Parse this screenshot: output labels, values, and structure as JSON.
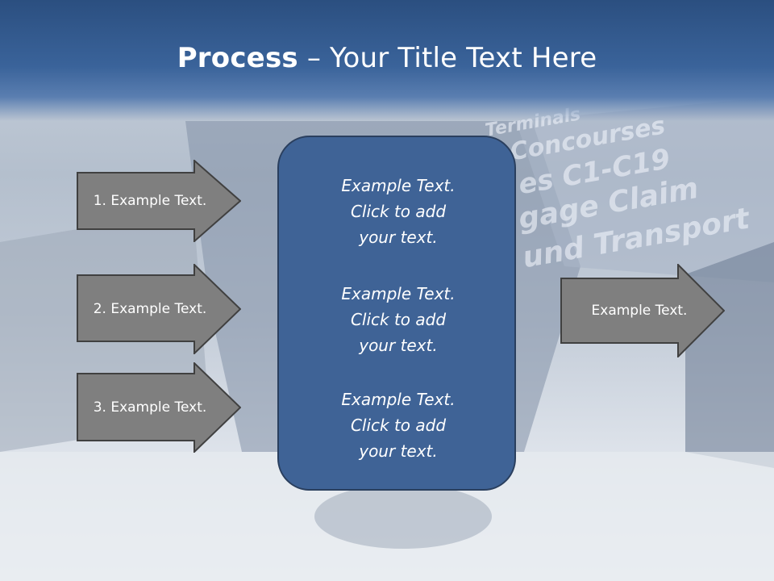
{
  "slide": {
    "title_bold": "Process",
    "title_rest": " – Your Title Text Here",
    "background_sign": [
      "Terminals",
      "Concourses",
      "es C1-C19",
      "gage Claim",
      "und Transport"
    ],
    "left_arrows": [
      {
        "label": "1. Example Text."
      },
      {
        "label": "2. Example Text."
      },
      {
        "label": "3. Example Text."
      }
    ],
    "center_box": {
      "paragraphs": [
        [
          "Example Text.",
          "Click  to add",
          "your text."
        ],
        [
          "Example Text.",
          "Click  to add",
          "your text."
        ],
        [
          "Example Text.",
          "Click  to add",
          "your text."
        ]
      ]
    },
    "right_arrow": {
      "label": "Example Text."
    }
  },
  "colors": {
    "header": "#2b4f80",
    "arrow_fill": "#7f7f7f",
    "arrow_stroke": "#404040",
    "box_fill": "#3f6396",
    "box_stroke": "#2a3f5e"
  }
}
